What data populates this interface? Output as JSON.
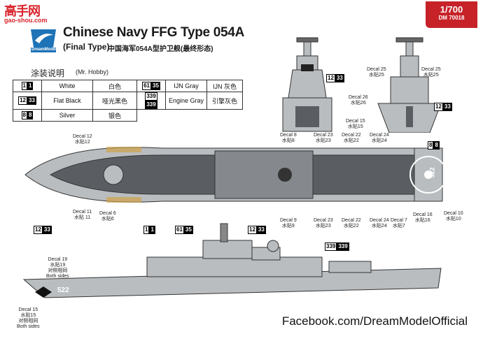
{
  "watermark": {
    "site_cn": "高手网",
    "url": "gao-shou.com"
  },
  "header": {
    "scale": "1/700",
    "code": "DM 70018",
    "title": "Chinese Navy FFG Type 054A",
    "subtitle": "(Final Type)",
    "subtitle_cn": "中国海军054A型护卫舰(最终形态)",
    "logo_text": "DreamModel"
  },
  "paint": {
    "heading_cn": "涂装说明",
    "heading_en": "(Mr. Hobby)",
    "rows": [
      {
        "code": "1",
        "name": "White",
        "cn": "白色",
        "code2": "61",
        "name2": "IJN Gray",
        "cn2": "IJN 灰色"
      },
      {
        "code": "33",
        "name": "Flat Black",
        "cn": "哑光黑色",
        "code2": "339",
        "name2": "Engine Gray",
        "cn2": "引擎灰色"
      },
      {
        "code": "8",
        "name": "Silver",
        "cn": "银色",
        "code2": "",
        "name2": "",
        "cn2": ""
      }
    ]
  },
  "decals": [
    {
      "en": "Decal 12",
      "cn": "水贴12"
    },
    {
      "en": "Decal 11",
      "cn": "水贴 11"
    },
    {
      "en": "Decal 6",
      "cn": "水贴6"
    },
    {
      "en": "Decal 8",
      "cn": "水贴8"
    },
    {
      "en": "Decal 9",
      "cn": "水贴9"
    },
    {
      "en": "Decal 23",
      "cn": "水贴23"
    },
    {
      "en": "Decal 22",
      "cn": "水贴22"
    },
    {
      "en": "Decal 24",
      "cn": "水贴24"
    },
    {
      "en": "Decal 7",
      "cn": "水贴7"
    },
    {
      "en": "Decal 16",
      "cn": "水贴16"
    },
    {
      "en": "Decal 10",
      "cn": "水贴10"
    },
    {
      "en": "Decal 25",
      "cn": "水贴25"
    },
    {
      "en": "Decal 26",
      "cn": "水贴26"
    },
    {
      "en": "Decal 15",
      "cn": "水贴15"
    },
    {
      "en": "Decal 19",
      "cn": "水贴19",
      "note": "对侧相同",
      "note_en": "Both sides"
    },
    {
      "en": "Decal 15",
      "cn": "水贴15",
      "note": "对侧相同",
      "note_en": "Both sides"
    }
  ],
  "callouts": {
    "c33": "33",
    "c1": "1",
    "c61": "61",
    "c339": "339",
    "c8": "8",
    "c12": "12"
  },
  "hull_number": "522",
  "footer": {
    "facebook": "Facebook.com/DreamModelOfficial"
  },
  "colors": {
    "brand_red": "#c62228",
    "hull_gray": "#b9bdc0",
    "deck_dark": "#5a5e63"
  }
}
